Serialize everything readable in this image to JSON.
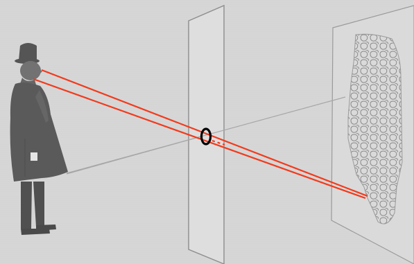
{
  "diagram": {
    "background_color": "#d7d7d7",
    "ray_color": "#f23a1c",
    "aperture_color": "#000000",
    "figure_color": "#555555",
    "line_color": "#9a9a9a",
    "image_texture_color": "#8a8a8a",
    "objects": [
      "man-in-top-hat",
      "pinhole-screen",
      "pinhole-aperture",
      "light-rays",
      "projected-image-screen",
      "inverted-figure-image"
    ]
  }
}
